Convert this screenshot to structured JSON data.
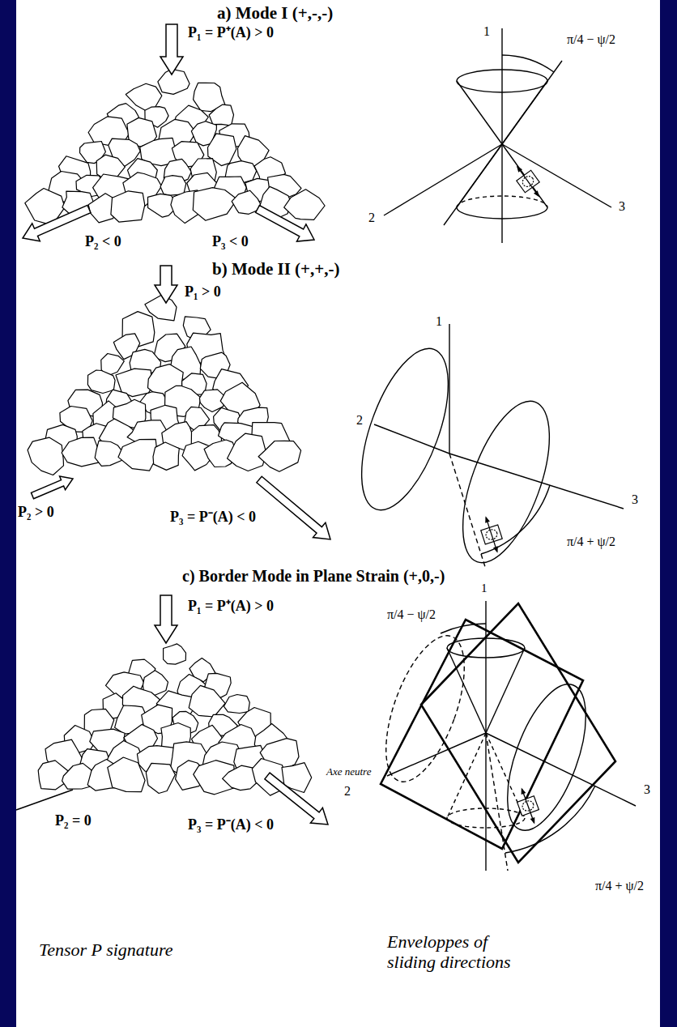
{
  "diagram": {
    "labels": [
      "a) Mode I (+,-,-)",
      "P₁ = P⁺(A) > 0",
      "P₂ < 0",
      "P₃ < 0",
      "1",
      "π/4 − ψ/2",
      "2",
      "3",
      "b) Mode II (+,+,-)",
      "P₁ > 0",
      "P₂ > 0",
      "P₃ = P⁻(A) < 0",
      "1",
      "2",
      "3",
      "π/4 + ψ/2",
      "c) Border Mode in Plane Strain (+,0,-)",
      "1",
      "P₁ = P⁺(A) > 0",
      "π/4 − ψ/2",
      "Axe neutre",
      "2",
      "3",
      "π/4 + ψ/2",
      "P₂ = 0",
      "P₃ = P⁻(A) < 0",
      "Tensor P signature",
      "Enveloppes of sliding directions"
    ]
  }
}
